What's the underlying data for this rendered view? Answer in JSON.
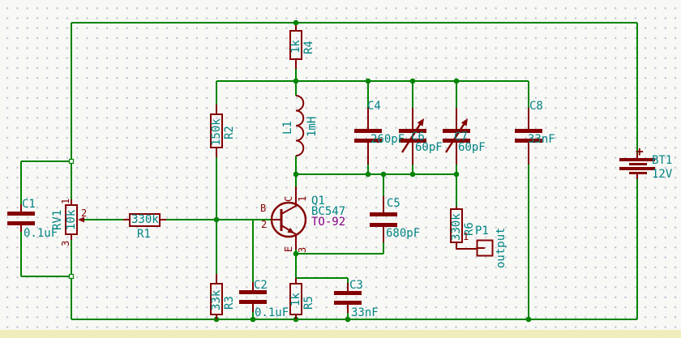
{
  "colors": {
    "wire": "#008400",
    "symbol_outline": "#840000",
    "label_text": "#008484",
    "footprint_text": "#840084",
    "background": "#f8f8f5"
  },
  "components": {
    "R1": {
      "ref": "R1",
      "value": "330k"
    },
    "R2": {
      "ref": "R2",
      "value": "150k"
    },
    "R3": {
      "ref": "R3",
      "value": "33k"
    },
    "R4": {
      "ref": "R4",
      "value": "1k"
    },
    "R5": {
      "ref": "R5",
      "value": "1k"
    },
    "R6": {
      "ref": "R6",
      "value": "330k"
    },
    "RV1": {
      "ref": "RV1",
      "value": "10k",
      "pins": {
        "p1": "1",
        "p2": "2",
        "p3": "3"
      }
    },
    "C1": {
      "ref": "C1",
      "value": "0.1uF"
    },
    "C2": {
      "ref": "C2",
      "value": "0.1uF"
    },
    "C3": {
      "ref": "C3",
      "value": "33nF"
    },
    "C4": {
      "ref": "C4",
      "value": "260pF"
    },
    "C5": {
      "ref": "C5",
      "value": "680pF"
    },
    "C6": {
      "ref": "C6",
      "value": "60pF"
    },
    "C7": {
      "ref": "C7",
      "value": "60pF"
    },
    "C8": {
      "ref": "C8",
      "value": "33nF"
    },
    "L1": {
      "ref": "L1",
      "value": "1mH"
    },
    "Q1": {
      "ref": "Q1",
      "value": "BC547",
      "footprint": "TO-92",
      "pin_names": {
        "collector": "C",
        "base": "B",
        "emitter": "E"
      },
      "pin_numbers": {
        "collector": "1",
        "base": "2",
        "emitter": "3"
      }
    },
    "BT1": {
      "ref": "BT1",
      "value": "12V",
      "polarity": "+"
    },
    "P1": {
      "ref": "P1",
      "pin": "1",
      "net_label": "output"
    }
  }
}
